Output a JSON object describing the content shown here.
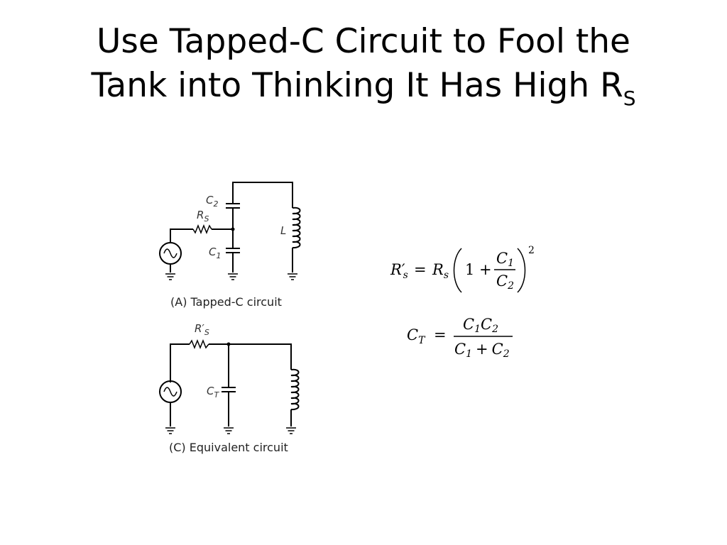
{
  "title": {
    "line1": "Use Tapped-C Circuit to Fool the",
    "line2": "Tank into Thinking It Has High R",
    "line2_sub": "S"
  },
  "circuit_a": {
    "caption": "(A) Tapped-C circuit",
    "label_c2": "C",
    "label_c2_sub": "2",
    "label_rs": "R",
    "label_rs_sub": "S",
    "label_l": "L",
    "label_c1": "C",
    "label_c1_sub": "1"
  },
  "circuit_c": {
    "caption": "(C) Equivalent circuit",
    "label_rs_prime": "R′",
    "label_rs_prime_sub": "S",
    "label_ct": "C",
    "label_ct_sub": "T"
  },
  "equation_rs": {
    "lhs": "R′",
    "lhs_sub": "s",
    "eq": "=",
    "rs": "R",
    "rs_sub": "s",
    "one_plus": "1 +",
    "num": "C",
    "num_sub": "1",
    "den": "C",
    "den_sub": "2",
    "exponent": "2"
  },
  "equation_ct": {
    "lhs": "C",
    "lhs_sub": "T",
    "eq": "=",
    "num_a": "C",
    "num_a_sub": "1",
    "num_b": "C",
    "num_b_sub": "2",
    "den_a": "C",
    "den_a_sub": "1",
    "den_plus": "+",
    "den_b": "C",
    "den_b_sub": "2"
  }
}
